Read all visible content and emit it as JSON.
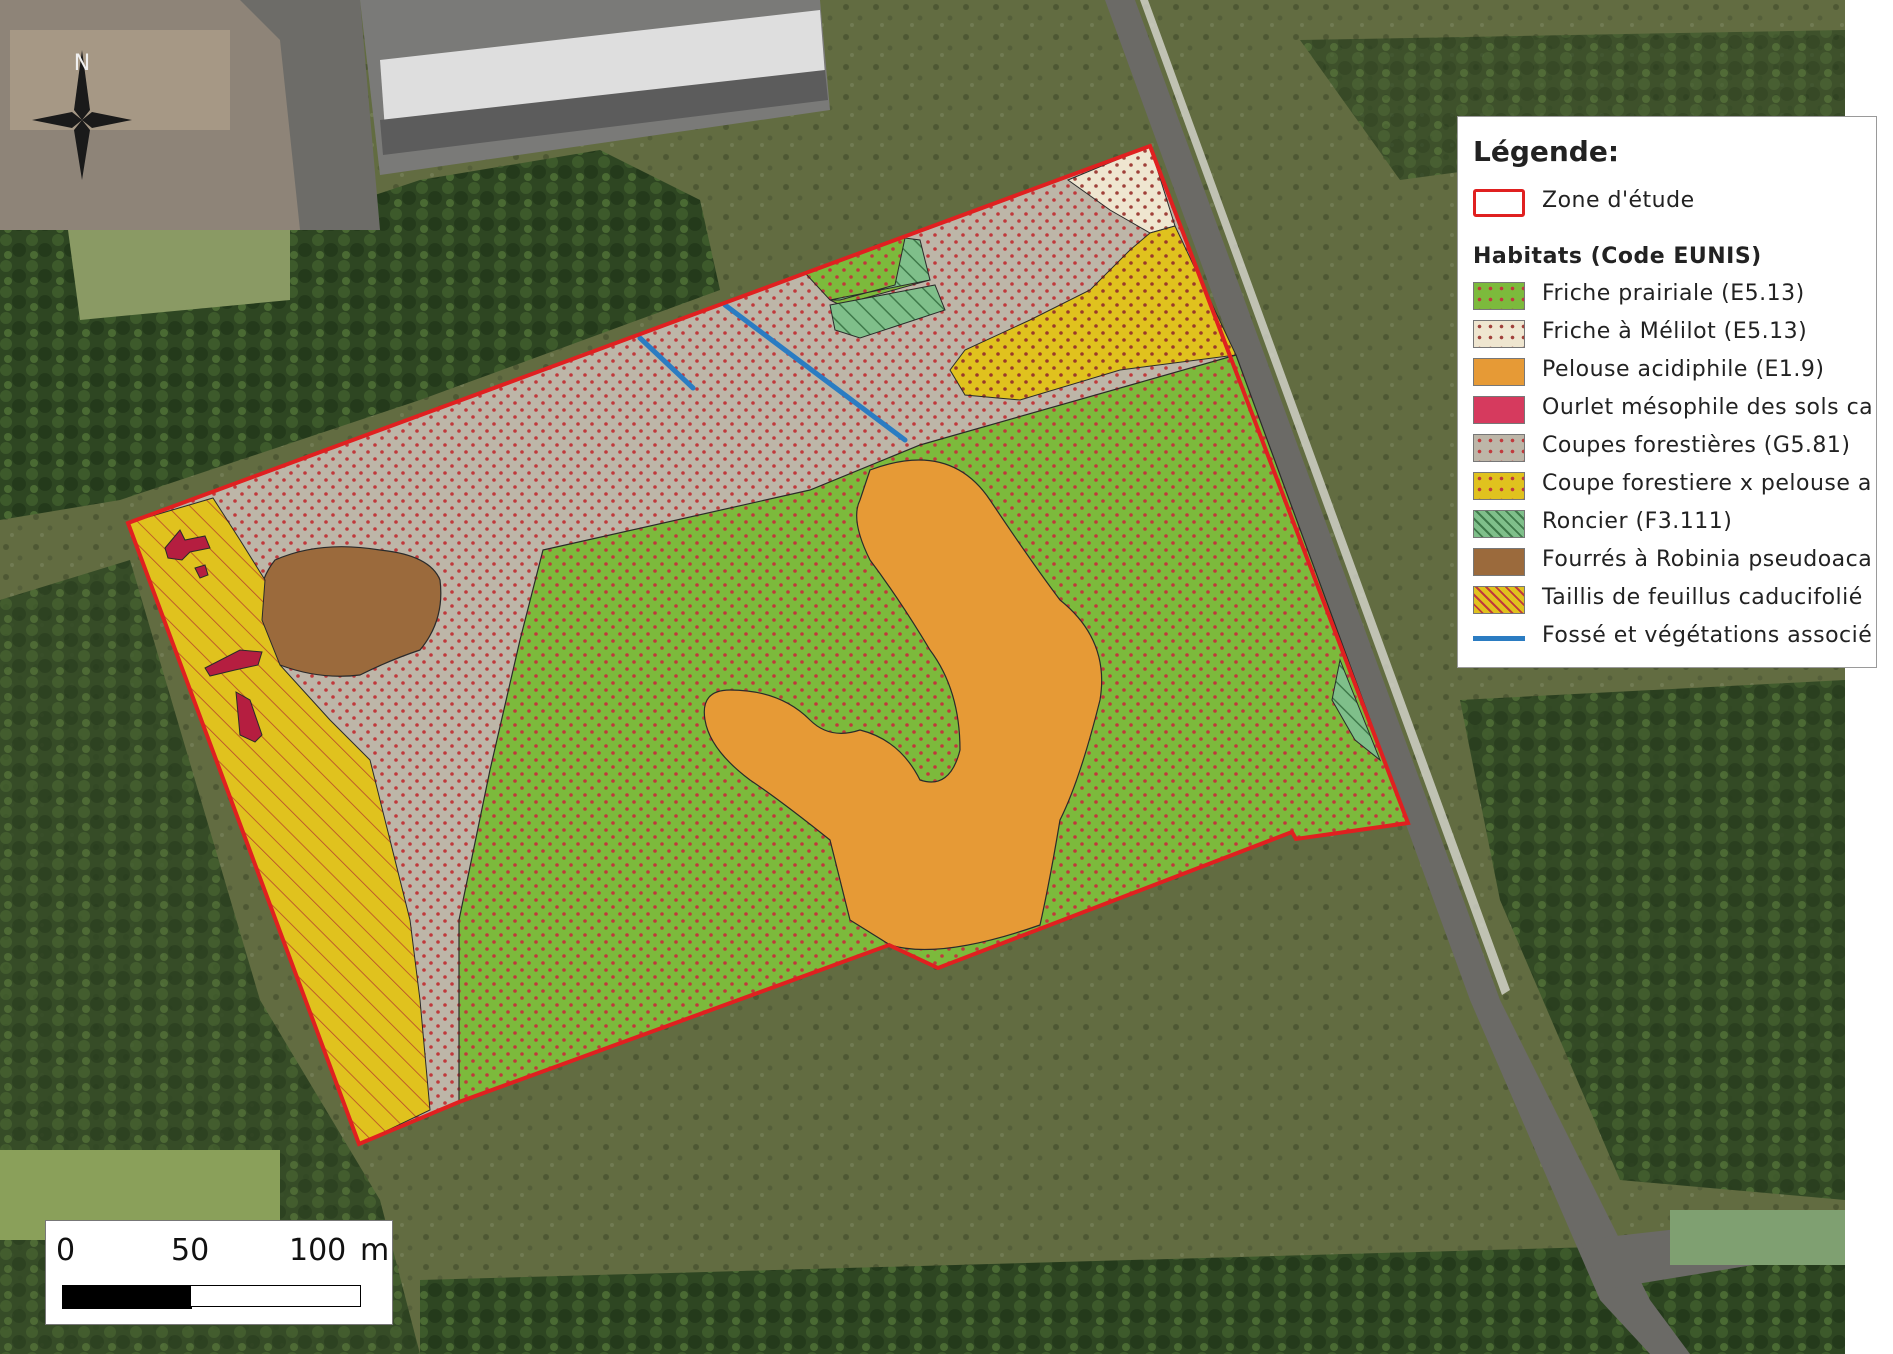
{
  "legend": {
    "title": "Légende:",
    "study_zone": {
      "label": "Zone d'étude",
      "color": "#e02020"
    },
    "habitats_heading": "Habitats (Code EUNIS)",
    "items": [
      {
        "label": "Friche prairiale (E5.13)",
        "fill": "#7cba3c",
        "dot": "#c0393c",
        "pattern": "dots"
      },
      {
        "label": "Friche à Mélilot (E5.13)",
        "fill": "#efe6d0",
        "dot": "#a0403a",
        "pattern": "dots"
      },
      {
        "label": "Pelouse acidiphile (E1.9)",
        "fill": "#e69a36",
        "pattern": "solid"
      },
      {
        "label": "Ourlet mésophile des sols ca",
        "fill": "#d63a5e",
        "pattern": "solid"
      },
      {
        "label": "Coupes forestières (G5.81)",
        "fill": "#bdb6a8",
        "dot": "#c0393c",
        "pattern": "dots"
      },
      {
        "label": "Coupe forestiere x pelouse a",
        "fill": "#e0c21e",
        "dot": "#c0393c",
        "pattern": "dots"
      },
      {
        "label": "Roncier (F3.111)",
        "fill": "#7fbf8a",
        "stripe": "#3f7a4a",
        "pattern": "hatch"
      },
      {
        "label": "Fourrés à Robinia pseudoaca",
        "fill": "#9b6a3c",
        "pattern": "solid"
      },
      {
        "label": "Taillis de feuillus caducifolié",
        "fill": "#e0c21e",
        "stripe": "#c0393c",
        "pattern": "hatch"
      },
      {
        "label": "Fossé et végétations associé",
        "color": "#2b7cc2",
        "pattern": "line"
      }
    ]
  },
  "scale": {
    "labels": [
      "0",
      "50",
      "100",
      "m"
    ]
  },
  "north_arrow": {
    "label": "N"
  }
}
